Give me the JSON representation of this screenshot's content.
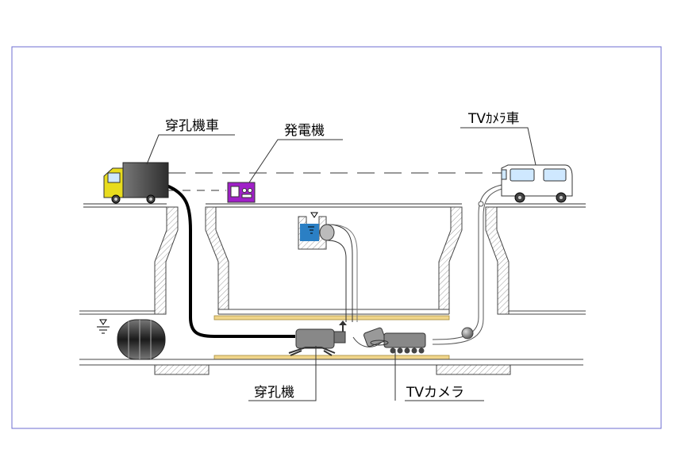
{
  "labels": {
    "drill_truck": "穿孔機車",
    "generator": "発電機",
    "tv_camera_truck": "TVｶﾒﾗ車",
    "drill_machine": "穿孔機",
    "tv_camera": "TVカメラ"
  },
  "colors": {
    "frame": "#6d6dd0",
    "truck_cab": "#e8dc1e",
    "truck_box": "#4a4a4a",
    "generator": "#a020c8",
    "water": "#2b7fc4",
    "van_window": "#cfe8ff",
    "board": "#f0d58a",
    "machine": "#888888",
    "hatch": "#999999"
  },
  "icons": [
    "truck-icon",
    "generator-icon",
    "van-icon",
    "drill-machine-icon",
    "tv-camera-icon",
    "packer-plug-icon",
    "water-tank-icon",
    "water-level-icon"
  ]
}
